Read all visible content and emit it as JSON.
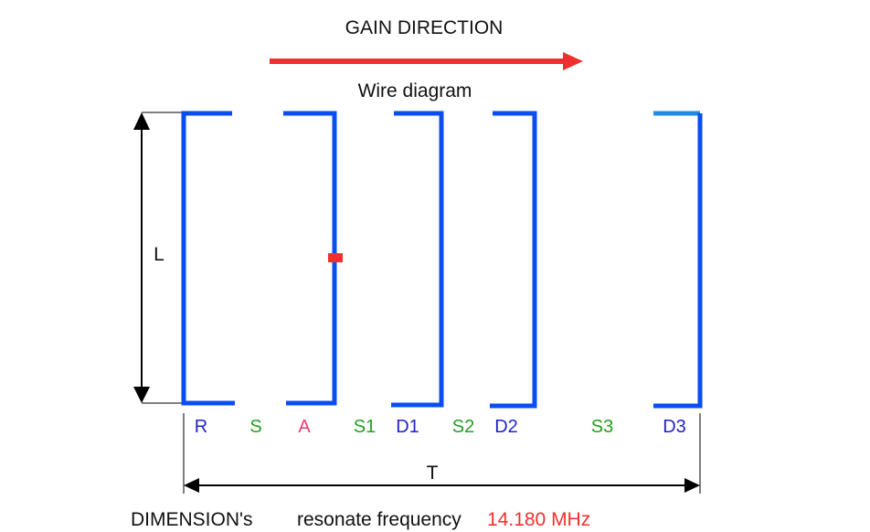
{
  "header": {
    "gain_direction": "GAIN DIRECTION",
    "subtitle": "Wire diagram"
  },
  "dimensions": {
    "length_label": "L",
    "total_label": "T"
  },
  "elements": [
    {
      "id": "R",
      "label": "R",
      "kind": "element",
      "color": "#2222cc"
    },
    {
      "id": "S",
      "label": "S",
      "kind": "spacing",
      "color": "#22a022"
    },
    {
      "id": "A",
      "label": "A",
      "kind": "feed",
      "color": "#e83c6e"
    },
    {
      "id": "S1",
      "label": "S1",
      "kind": "spacing",
      "color": "#22a022"
    },
    {
      "id": "D1",
      "label": "D1",
      "kind": "element",
      "color": "#2222cc"
    },
    {
      "id": "S2",
      "label": "S2",
      "kind": "spacing",
      "color": "#22a022"
    },
    {
      "id": "D2",
      "label": "D2",
      "kind": "element",
      "color": "#2222cc"
    },
    {
      "id": "S3",
      "label": "S3",
      "kind": "spacing",
      "color": "#22a022"
    },
    {
      "id": "D3",
      "label": "D3",
      "kind": "element",
      "color": "#2222cc"
    }
  ],
  "footer": {
    "dimensions_label": "DIMENSION's",
    "resonate_label": "resonate frequency",
    "frequency": "14.180 MHz"
  },
  "colors": {
    "wire": "#0a4df0",
    "wire_light": "#1e8ce6",
    "arrow": "#f03030",
    "feed_point": "#f03030",
    "frequency_text": "#f03030",
    "dimension_lines": "#000000",
    "text": "#111111"
  }
}
